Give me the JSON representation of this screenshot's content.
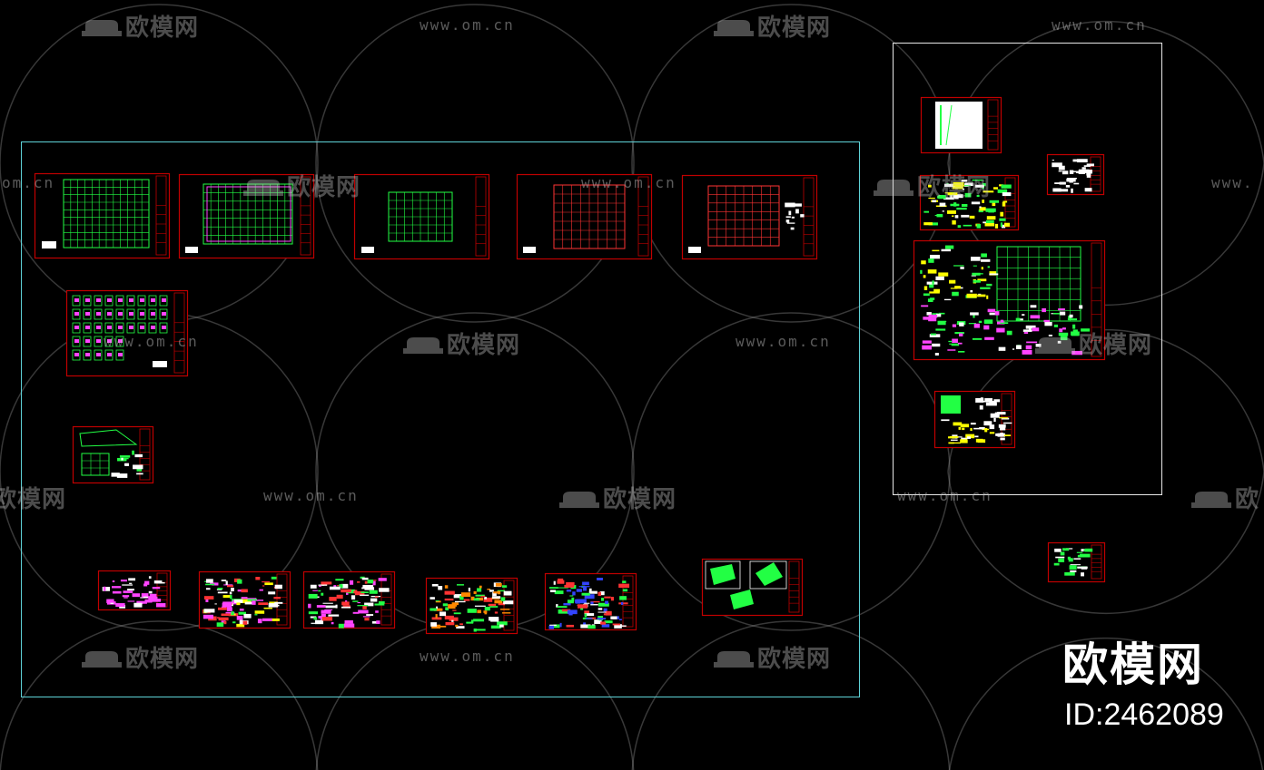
{
  "watermark": {
    "logo_text": "欧模网",
    "url_text": "www.om.cn",
    "url_partial_left": "om.cn",
    "url_partial_right": "www.",
    "logo_partial_left": "欧模网",
    "logo_partial_right": "欧"
  },
  "brand": {
    "name": "欧模网",
    "id_label": "ID:2462089"
  },
  "colors": {
    "background": "#000000",
    "frame_cyan": "#5fd3d8",
    "frame_white": "#e8e8e8",
    "sheet_border": "#c00000",
    "grid_green": "#22ff44",
    "grid_red": "#ff3333",
    "grid_magenta": "#ff44ff"
  }
}
